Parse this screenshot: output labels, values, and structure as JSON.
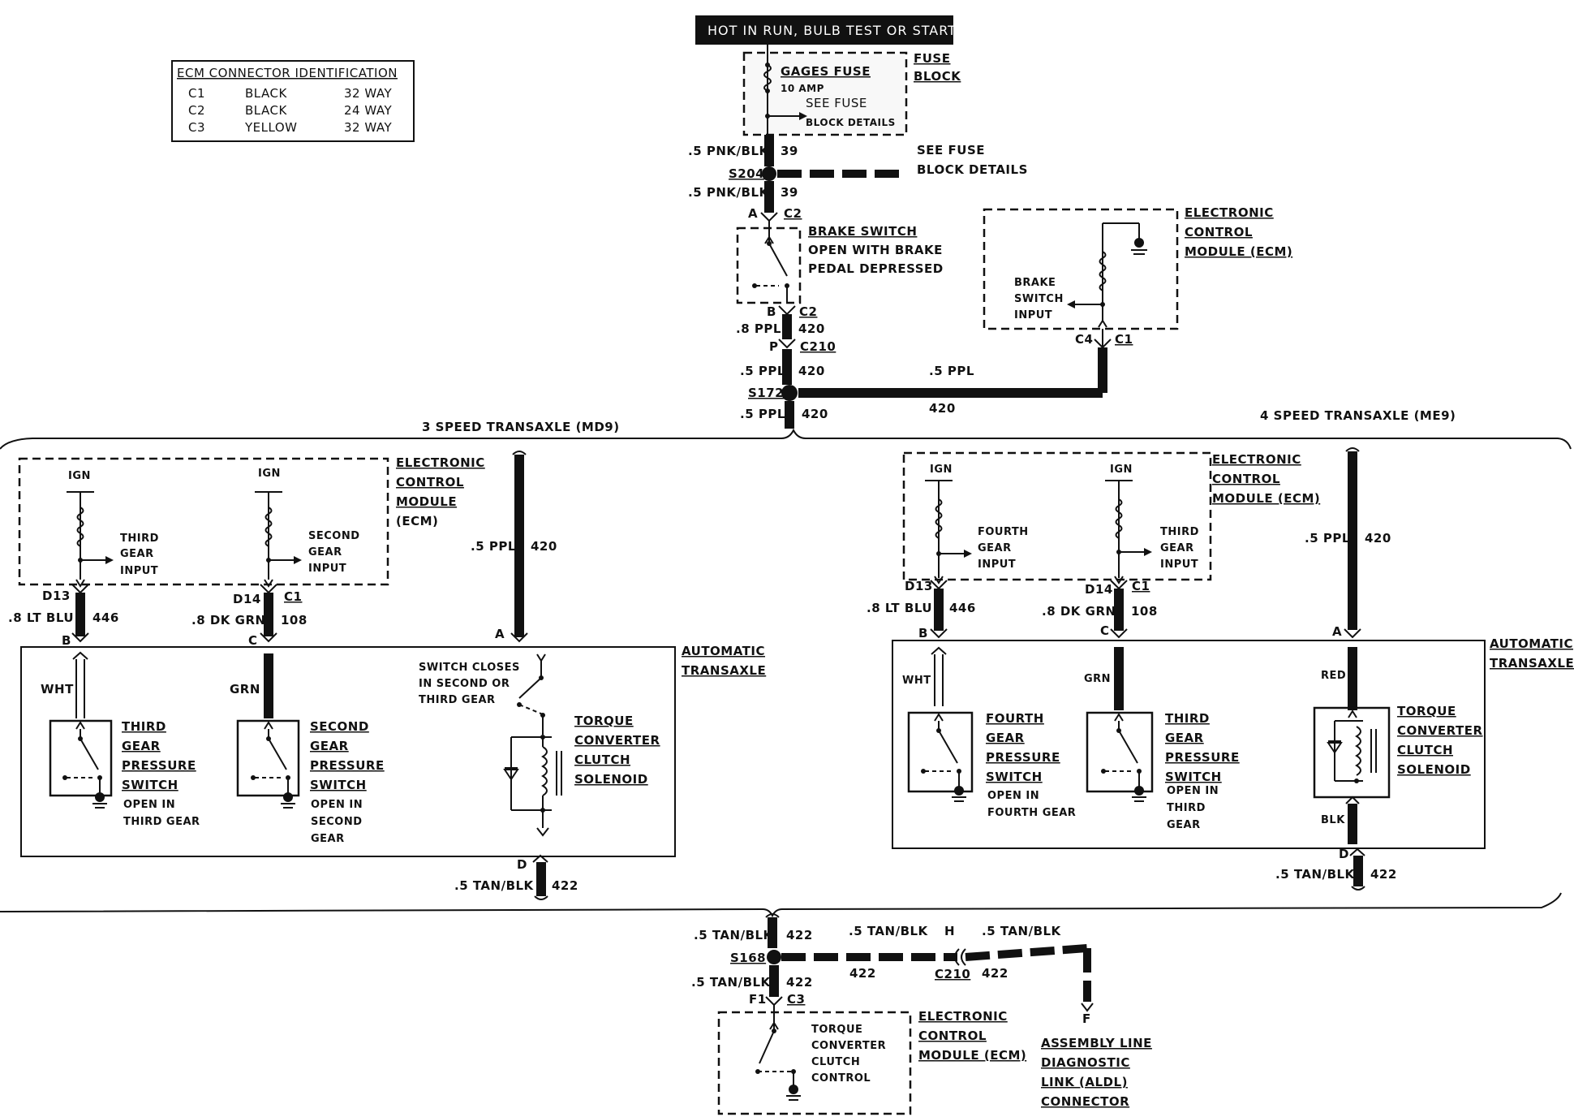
{
  "header": {
    "power_label": "HOT IN RUN, BULB TEST OR START"
  },
  "ecm_table": {
    "title": "ECM CONNECTOR IDENTIFICATION",
    "rows": [
      [
        "C1",
        "BLACK",
        "32 WAY"
      ],
      [
        "C2",
        "BLACK",
        "24 WAY"
      ],
      [
        "C3",
        "YELLOW",
        "32 WAY"
      ]
    ]
  },
  "fuse": {
    "block_label": [
      "FUSE",
      "BLOCK"
    ],
    "gages_fuse": "GAGES FUSE",
    "amp": "10 AMP",
    "see_fuse": "SEE FUSE",
    "block_details": "BLOCK DETAILS",
    "see_fuse_side": [
      "SEE FUSE",
      "BLOCK DETAILS"
    ]
  },
  "top_wires": {
    "w1": ".5 PNK/BLK",
    "c1": "39",
    "s204": "S204",
    "w2": ".5 PNK/BLK",
    "c2": "39",
    "pin_a": "A",
    "conn_c2": "C2",
    "pin_b": "B",
    "conn_c2b": "C2",
    "w3": ".8 PPL",
    "c3": "420",
    "pin_p": "P",
    "c210": "C210",
    "w4": ".5 PPL",
    "c4": "420",
    "s172": "S172",
    "w5": ".5 PPL",
    "c5": "420",
    "w6": ".5 PPL",
    "c6": "420",
    "pin_c4": "C4",
    "conn_c1": "C1"
  },
  "brake_switch": [
    "BRAKE SWITCH",
    "OPEN WITH BRAKE",
    "PEDAL DEPRESSED"
  ],
  "ecm_top": {
    "label": [
      "ELECTRONIC",
      "CONTROL",
      "MODULE (ECM)"
    ],
    "input": [
      "BRAKE",
      "SWITCH",
      "INPUT"
    ]
  },
  "left": {
    "title": "3 SPEED TRANSAXLE (MD9)",
    "ign1": "IGN",
    "ign2": "IGN",
    "input1": [
      "THIRD",
      "GEAR",
      "INPUT"
    ],
    "input2": [
      "SECOND",
      "GEAR",
      "INPUT"
    ],
    "ecm_label": [
      "ELECTRONIC",
      "CONTROL",
      "MODULE",
      "(ECM)"
    ],
    "pin_d13": "D13",
    "pin_d14": "D14",
    "conn_c1": "C1",
    "w1": ".8 LT BLU",
    "c1": "446",
    "w2": ".8 DK GRN",
    "c2": "108",
    "w3": ".5 PPL",
    "c3": "420",
    "pin_b": "B",
    "pin_c": "C",
    "pin_a": "A",
    "wht": "WHT",
    "grn": "GRN",
    "trans_label": [
      "AUTOMATIC",
      "TRANSAXLE"
    ],
    "sw1": [
      "THIRD",
      "GEAR",
      "PRESSURE",
      "SWITCH"
    ],
    "sw1_note": [
      "OPEN IN",
      "THIRD GEAR"
    ],
    "sw2": [
      "SECOND",
      "GEAR",
      "PRESSURE",
      "SWITCH"
    ],
    "sw2_note": [
      "OPEN IN",
      "SECOND",
      "GEAR"
    ],
    "switch_closes": [
      "SWITCH CLOSES",
      "IN SECOND OR",
      "THIRD GEAR"
    ],
    "solenoid": [
      "TORQUE",
      "CONVERTER",
      "CLUTCH",
      "SOLENOID"
    ],
    "pin_d": "D",
    "w4": ".5 TAN/BLK",
    "c4": "422"
  },
  "right": {
    "title": "4 SPEED TRANSAXLE (ME9)",
    "ign1": "IGN",
    "ign2": "IGN",
    "input1": [
      "FOURTH",
      "GEAR",
      "INPUT"
    ],
    "input2": [
      "THIRD",
      "GEAR",
      "INPUT"
    ],
    "ecm_label": [
      "ELECTRONIC",
      "CONTROL",
      "MODULE (ECM)"
    ],
    "pin_d13": "D13",
    "pin_d14": "D14",
    "conn_c1": "C1",
    "w1": ".8 LT BLU",
    "c1": "446",
    "w2": ".8 DK GRN",
    "c2": "108",
    "w3": ".5 PPL",
    "c3": "420",
    "pin_b": "B",
    "pin_c": "C",
    "pin_a": "A",
    "wht": "WHT",
    "grn": "GRN",
    "red": "RED",
    "blk": "BLK",
    "trans_label": [
      "AUTOMATIC",
      "TRANSAXLE"
    ],
    "sw1": [
      "FOURTH",
      "GEAR",
      "PRESSURE",
      "SWITCH"
    ],
    "sw1_note": [
      "OPEN IN",
      "FOURTH GEAR"
    ],
    "sw2": [
      "THIRD",
      "GEAR",
      "PRESSURE",
      "SWITCH"
    ],
    "sw2_note": [
      "OPEN IN",
      "THIRD",
      "GEAR"
    ],
    "solenoid": [
      "TORQUE",
      "CONVERTER",
      "CLUTCH",
      "SOLENOID"
    ],
    "pin_d": "D",
    "w4": ".5 TAN/BLK",
    "c4": "422"
  },
  "bottom": {
    "w1": ".5 TAN/BLK",
    "c1": "422",
    "s168": "S168",
    "w2": ".5 TAN/BLK",
    "c2": "422",
    "pin_f1": "F1",
    "conn_c3": "C3",
    "w_h1": ".5 TAN/BLK",
    "pin_h": "H",
    "w_h2": ".5 TAN/BLK",
    "c_h1": "422",
    "c210": "C210",
    "c_h2": "422",
    "pin_f": "F",
    "tcc_control": [
      "TORQUE",
      "CONVERTER",
      "CLUTCH",
      "CONTROL"
    ],
    "ecm_label": [
      "ELECTRONIC",
      "CONTROL",
      "MODULE (ECM)"
    ],
    "aldl": [
      "ASSEMBLY LINE",
      "DIAGNOSTIC",
      "LINK (ALDL)",
      "CONNECTOR"
    ]
  }
}
